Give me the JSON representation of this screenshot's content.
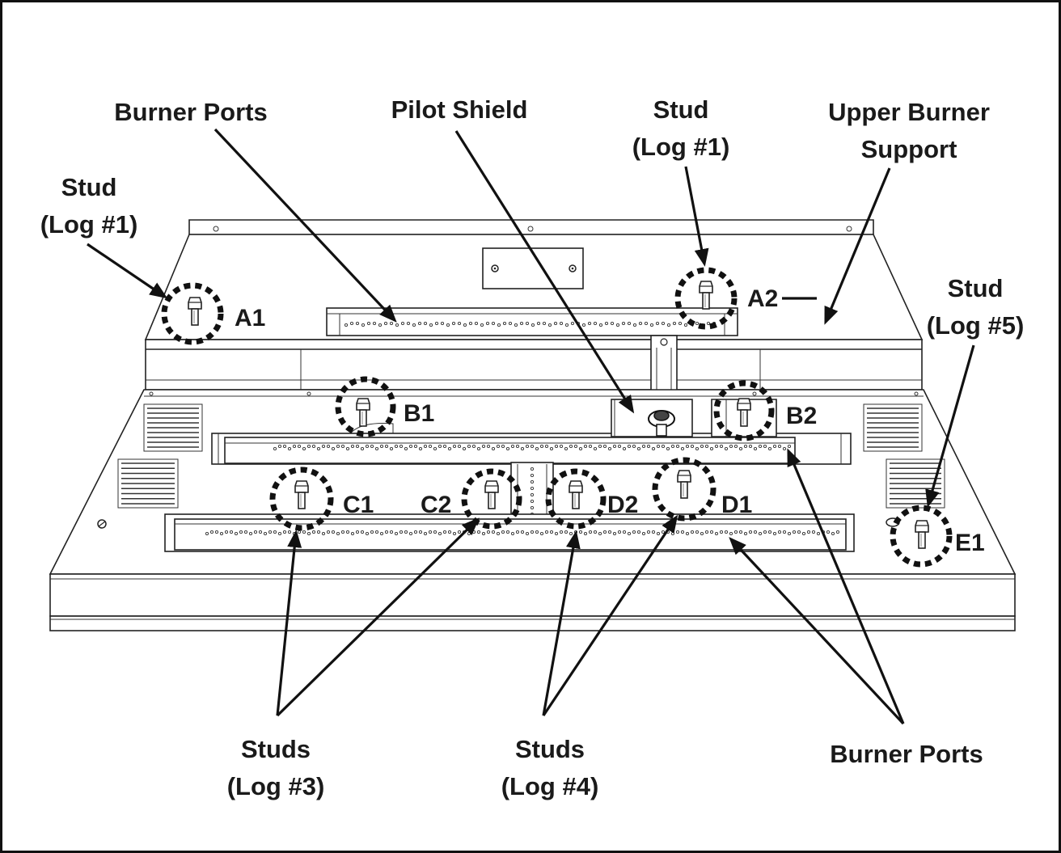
{
  "labels": {
    "burner_ports_top": "Burner Ports",
    "pilot_shield": "Pilot Shield",
    "stud_top_line1": "Stud",
    "stud_top_line2": "(Log #1)",
    "upper_burner_line1": "Upper Burner",
    "upper_burner_line2": "Support",
    "stud_left_line1": "Stud",
    "stud_left_line2": "(Log #1)",
    "stud_right_line1": "Stud",
    "stud_right_line2": "(Log #5)",
    "studs_log3_line1": "Studs",
    "studs_log3_line2": "(Log #3)",
    "studs_log4_line1": "Studs",
    "studs_log4_line2": "(Log #4)",
    "burner_ports_bottom": "Burner Ports"
  },
  "studs": {
    "a1": "A1",
    "a2": "A2",
    "b1": "B1",
    "b2": "B2",
    "c1": "C1",
    "c2": "C2",
    "d1": "D1",
    "d2": "D2",
    "e1": "E1"
  }
}
